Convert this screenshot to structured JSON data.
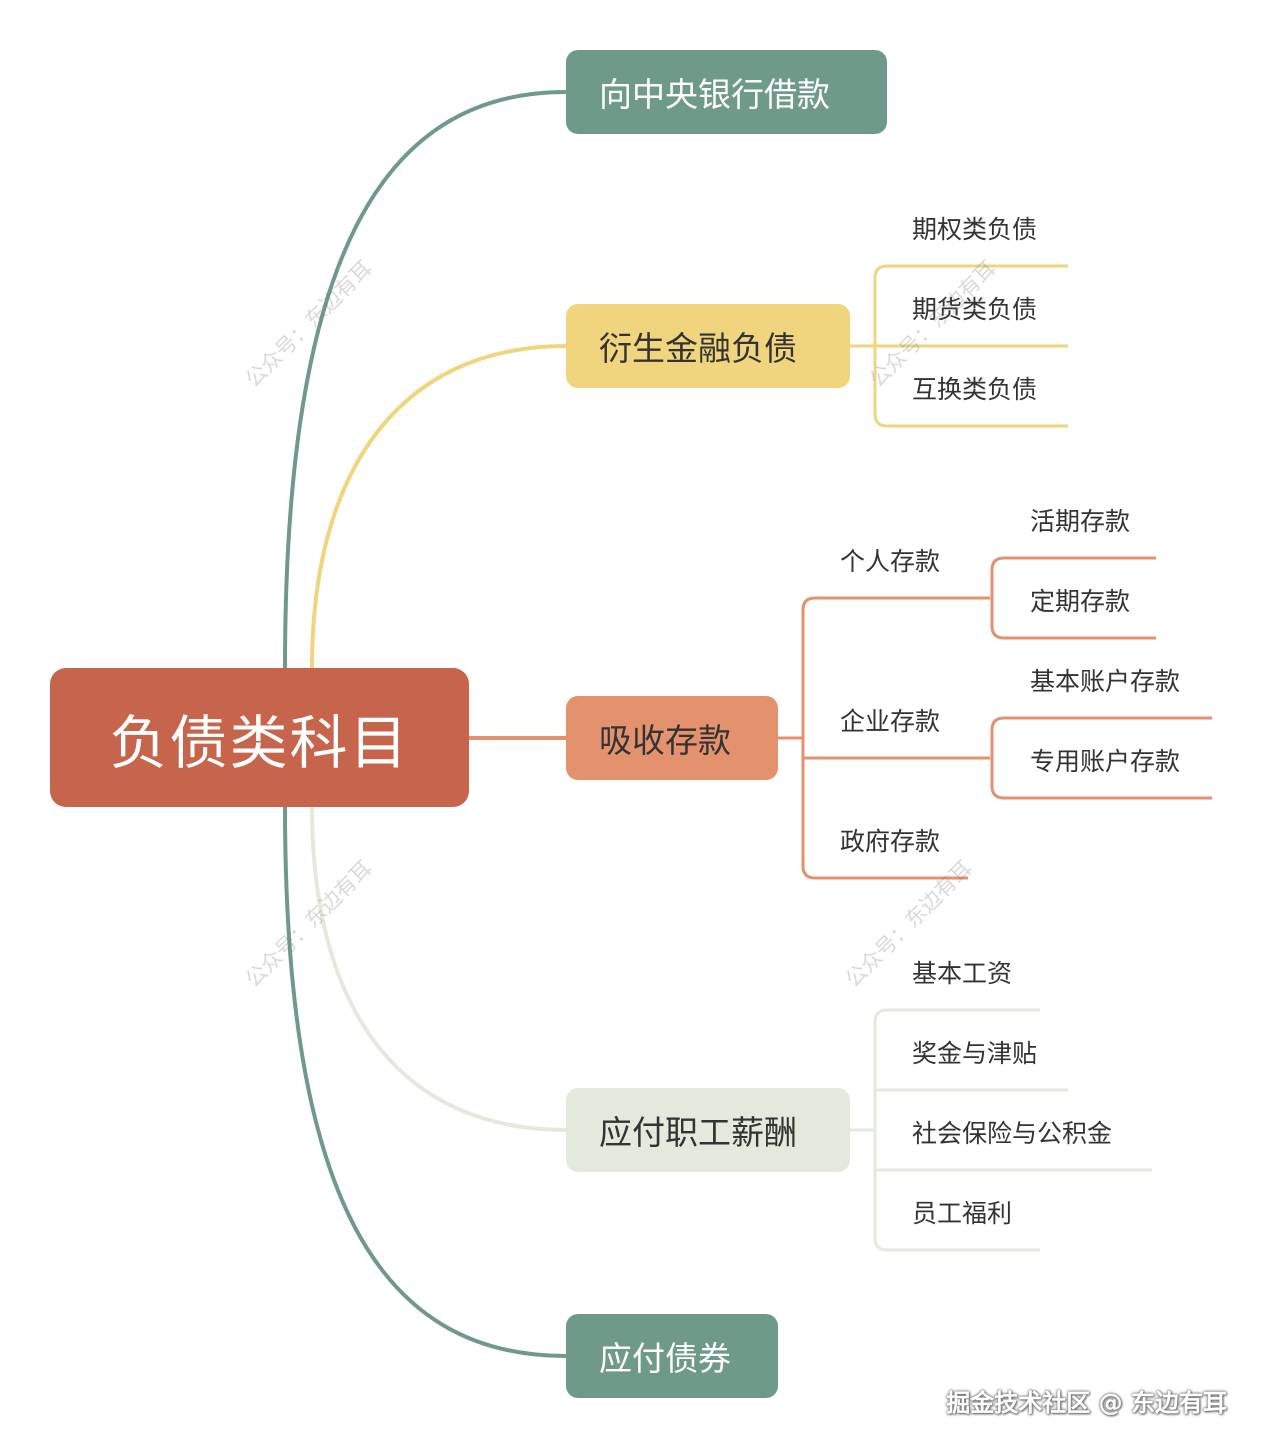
{
  "root": {
    "label": "负债类科目",
    "color": "#c6644c"
  },
  "branches": [
    {
      "label": "向中央银行借款",
      "color": "#6f9a89",
      "text_color": "#ffffff",
      "line_color": "#6f9a89",
      "children": []
    },
    {
      "label": "衍生金融负债",
      "color": "#f0d47e",
      "text_color": "#333333",
      "line_color": "#f0d47e",
      "children": [
        {
          "label": "期权类负债"
        },
        {
          "label": "期货类负债"
        },
        {
          "label": "互换类负债"
        }
      ]
    },
    {
      "label": "吸收存款",
      "color": "#e3926d",
      "text_color": "#333333",
      "line_color": "#e3926d",
      "children": [
        {
          "label": "个人存款",
          "children": [
            {
              "label": "活期存款"
            },
            {
              "label": "定期存款"
            }
          ]
        },
        {
          "label": "企业存款",
          "children": [
            {
              "label": "基本账户存款"
            },
            {
              "label": "专用账户存款"
            }
          ]
        },
        {
          "label": "政府存款"
        }
      ]
    },
    {
      "label": "应付职工薪酬",
      "color": "#e3eadb",
      "text_color": "#333333",
      "line_color": "#e3eadb",
      "children": [
        {
          "label": "基本工资"
        },
        {
          "label": "奖金与津贴"
        },
        {
          "label": "社会保险与公积金"
        },
        {
          "label": "员工福利"
        }
      ]
    },
    {
      "label": "应付债券",
      "color": "#6f9a89",
      "text_color": "#ffffff",
      "line_color": "#6f9a89",
      "children": []
    }
  ],
  "watermark": "公众号：东边有耳",
  "credit": "掘金技术社区 @ 东边有耳"
}
